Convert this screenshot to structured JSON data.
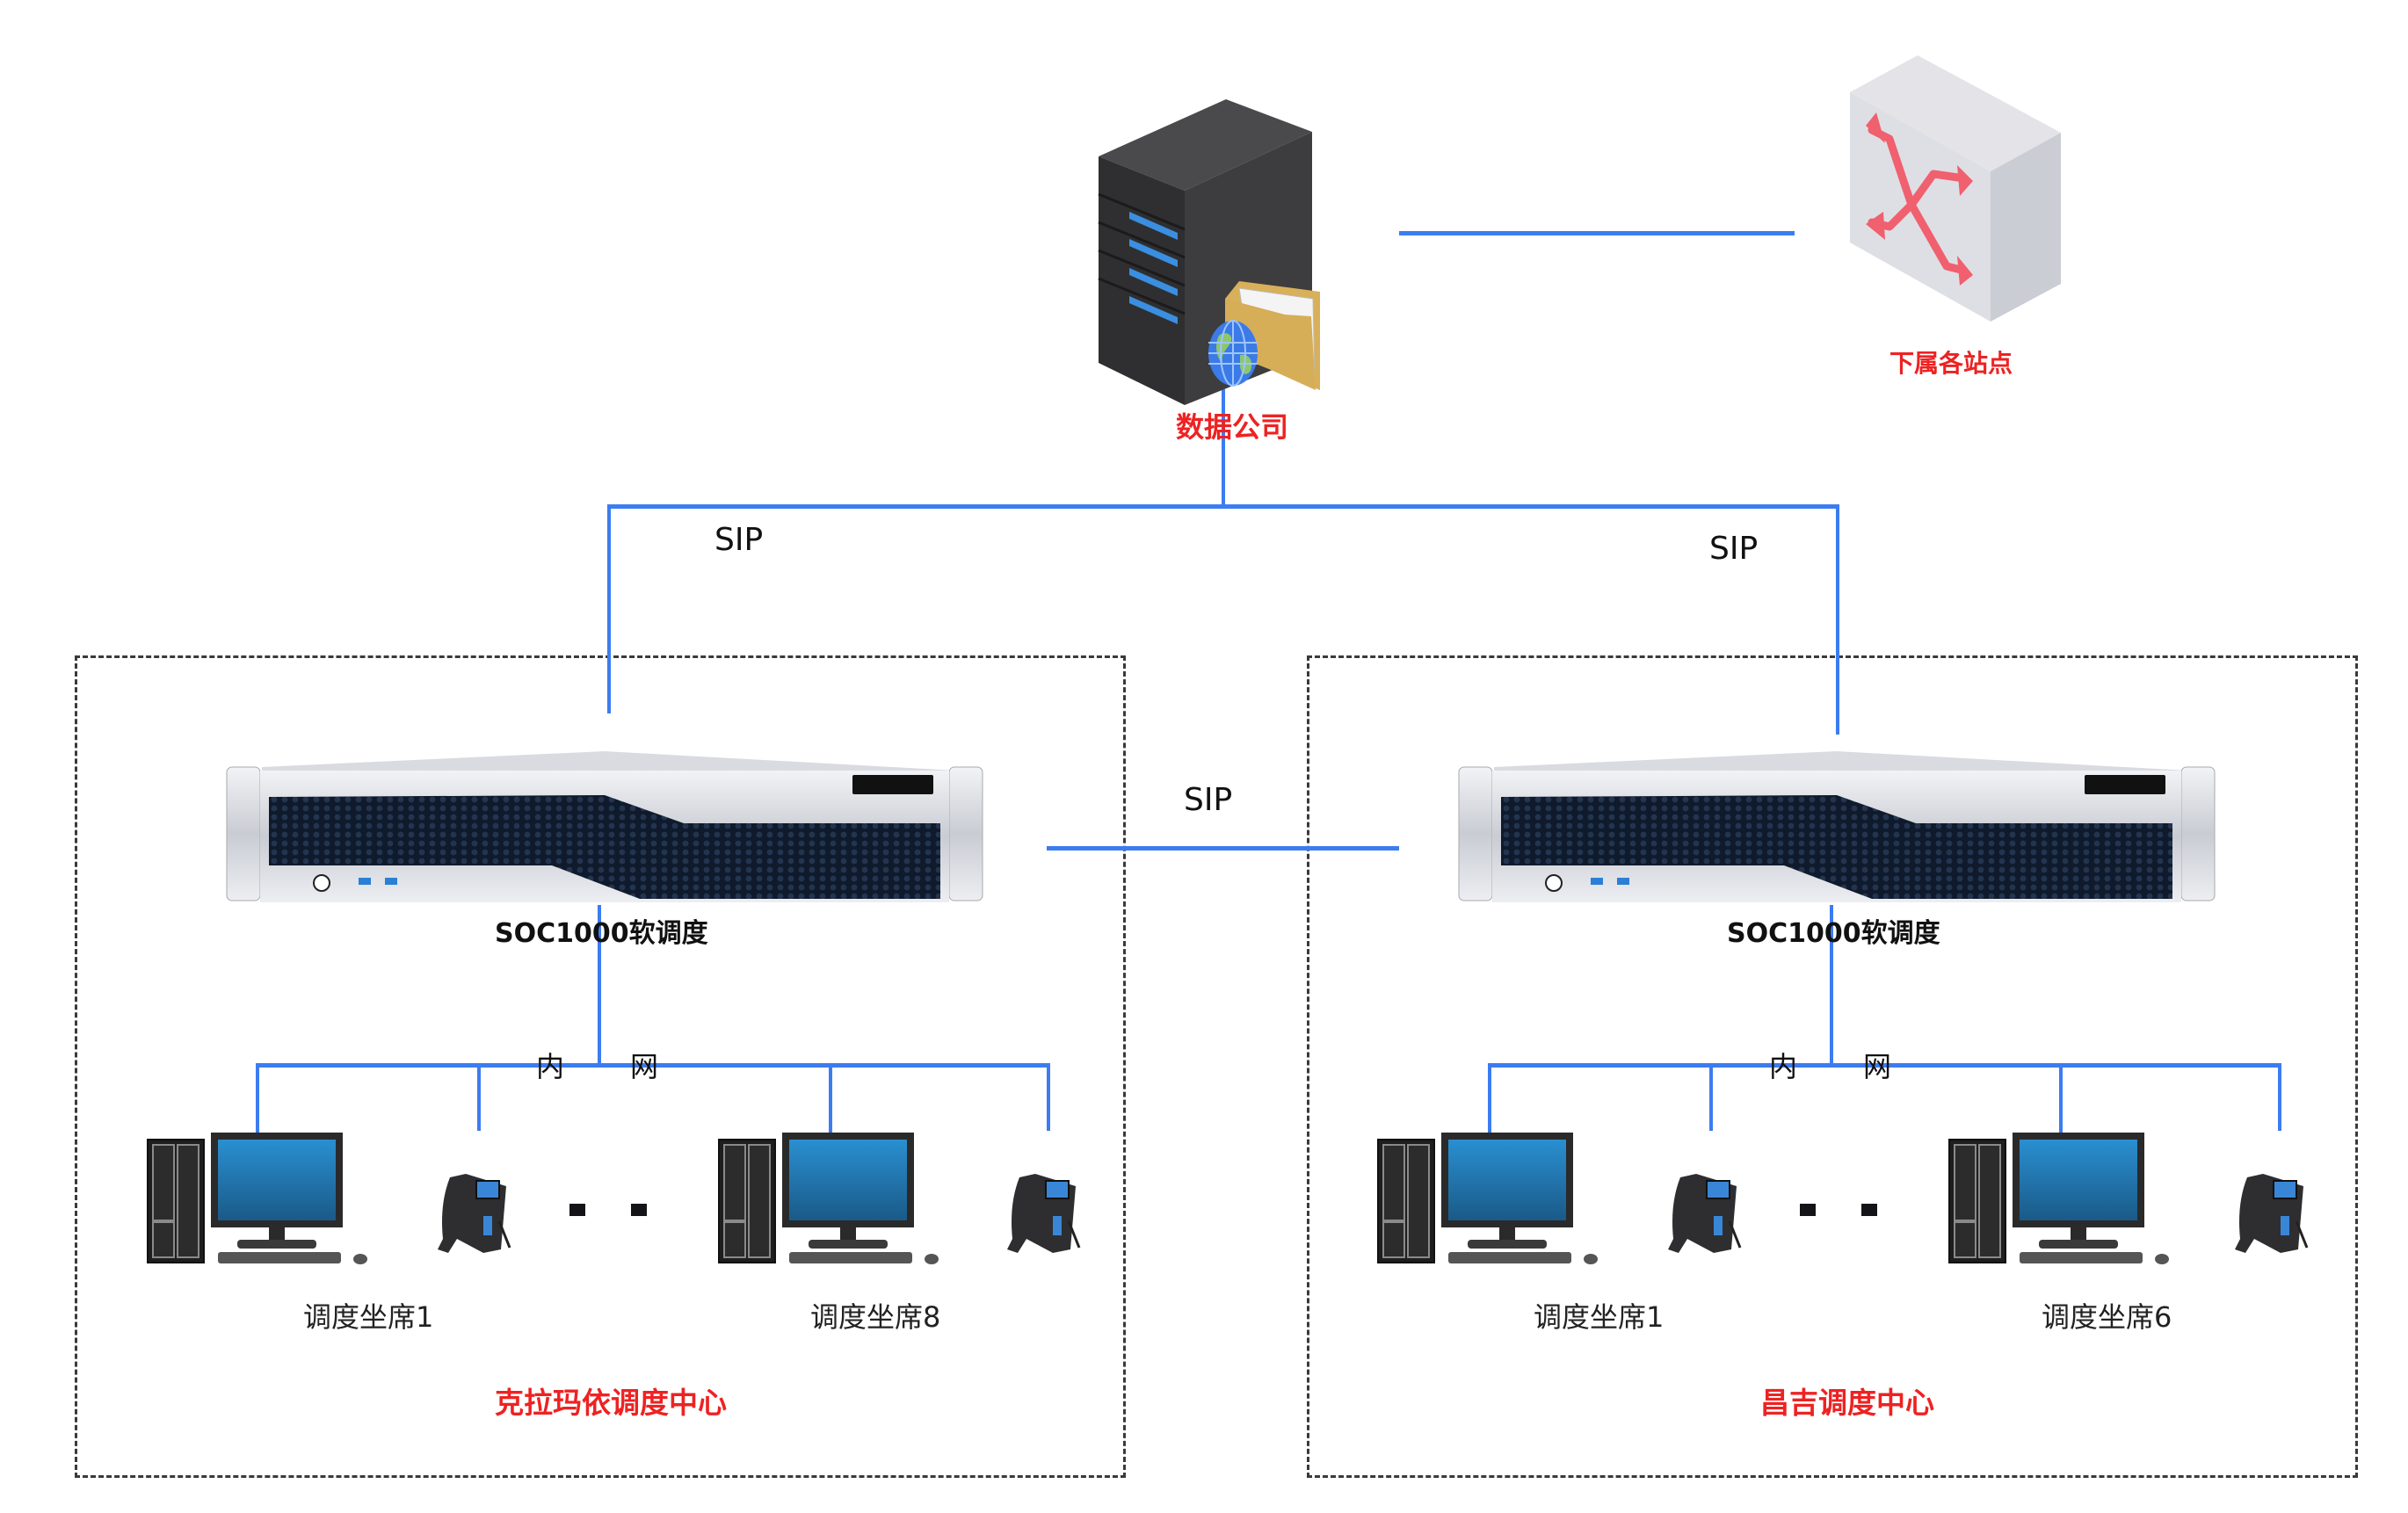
{
  "nodes": {
    "data_company": {
      "label": "数据公司"
    },
    "substations": {
      "label": "下属各站点"
    }
  },
  "links": {
    "sip_left": "SIP",
    "sip_right": "SIP",
    "sip_middle": "SIP"
  },
  "centers": [
    {
      "name": "克拉玛依调度中心",
      "server_label": "SOC1000软调度",
      "lan_label_1": "内",
      "lan_label_2": "网",
      "seats": [
        {
          "label": "调度坐席1"
        },
        {
          "label": "调度坐席8"
        }
      ],
      "ellipsis": "· ·"
    },
    {
      "name": "昌吉调度中心",
      "server_label": "SOC1000软调度",
      "lan_label_1": "内",
      "lan_label_2": "网",
      "seats": [
        {
          "label": "调度坐席1"
        },
        {
          "label": "调度坐席6"
        }
      ],
      "ellipsis": "· ·"
    }
  ],
  "colors": {
    "link_blue": "#3c7cf0",
    "label_red": "#ee2222",
    "box_border": "#3a3a3a"
  },
  "icons": {
    "data_company": "tower-server-with-folder-and-globe-icon",
    "substations": "network-switch-icon",
    "soft_dispatch_server": "rack-server-icon",
    "workstation": "desktop-computer-icon",
    "ip_phone": "ip-phone-icon"
  }
}
